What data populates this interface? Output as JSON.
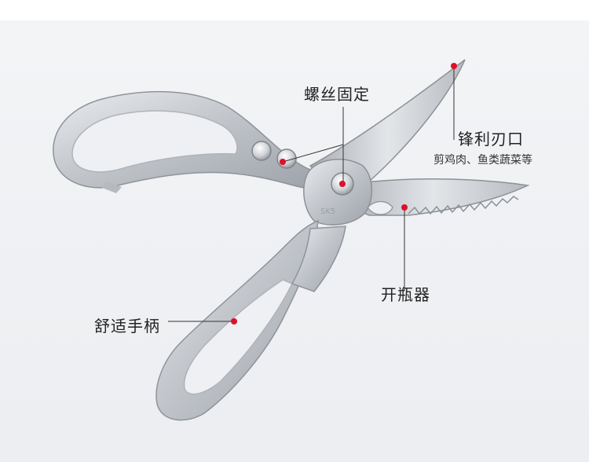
{
  "annotations": {
    "screw": "螺丝固定",
    "blade": "锋利刃口",
    "blade_sub": "剪鸡肉、鱼类蔬菜等",
    "opener": "开瓶器",
    "handle": "舒适手柄"
  },
  "engraving": "SK5",
  "colors": {
    "background": "#eef0f3",
    "dot": "#e0102a",
    "line": "#333333",
    "handle": "#c9ccd1",
    "blade": "#cfd3d7"
  }
}
